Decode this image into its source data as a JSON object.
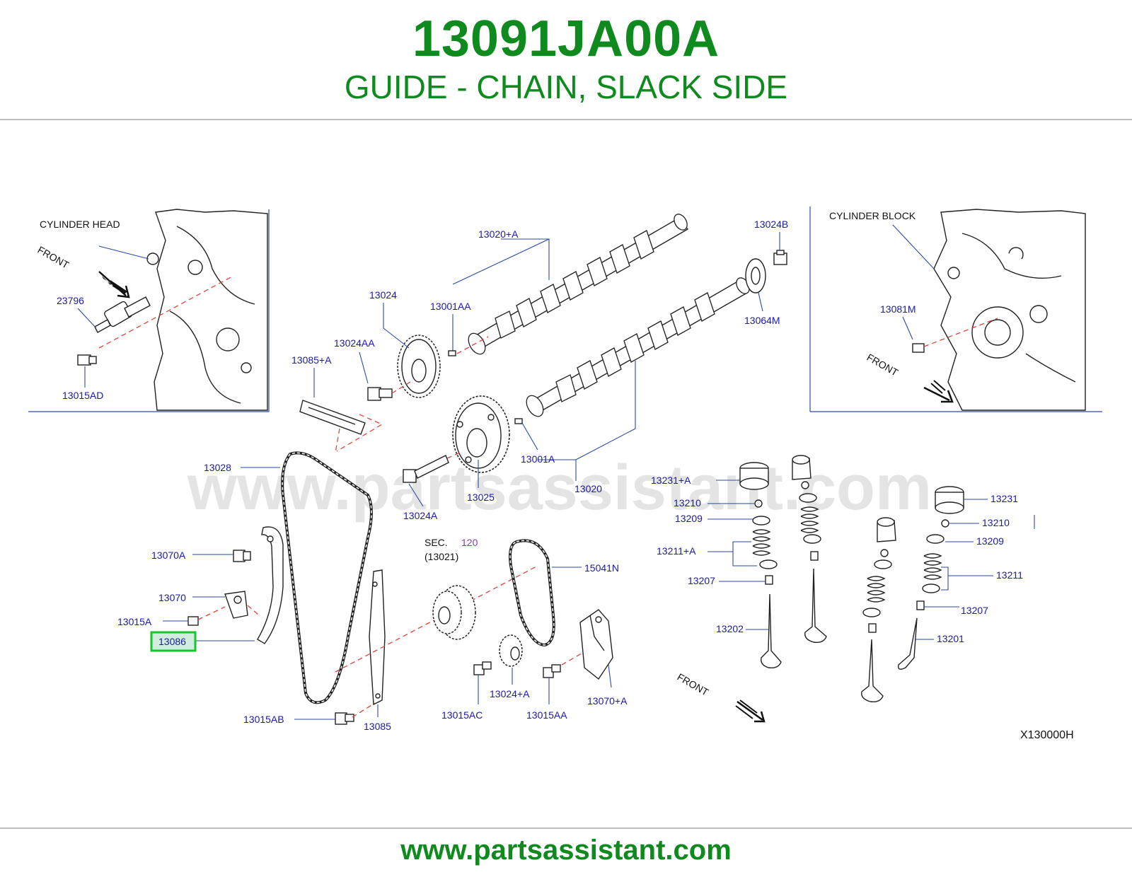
{
  "header": {
    "part_number": "13091JA00A",
    "description": "GUIDE - CHAIN, SLACK SIDE"
  },
  "watermark": "www.partsassistant.com",
  "footer": {
    "url": "www.partsassistant.com"
  },
  "highlight_color": "#15c72a",
  "brand_color": "#0e8a1e",
  "insets": {
    "cylinder_head": "CYLINDER   HEAD",
    "cylinder_block": "CYLINDER   BLOCK",
    "front": "FRONT"
  },
  "section_ref": {
    "prefix": "SEC.",
    "number": "120",
    "sub": "(13021)"
  },
  "diagram_code": "X130000H",
  "callouts": {
    "c23796": "23796",
    "c13015AD": "13015AD",
    "c13020A": "13020+A",
    "c13024": "13024",
    "c13001AA": "13001AA",
    "c13024AA": "13024AA",
    "c13085A": "13085+A",
    "c13024B": "13024B",
    "c13064M": "13064M",
    "c13081M": "13081M",
    "c13028": "13028",
    "c13001A": "13001A",
    "c13025": "13025",
    "c13020": "13020",
    "c13024A": "13024A",
    "c13231A": "13231+A",
    "c13210L": "13210",
    "c13209L": "13209",
    "c13211A": "13211+A",
    "c13207L": "13207",
    "c13202": "13202",
    "c13231": "13231",
    "c13210R": "13210",
    "c13209R": "13209",
    "c13211": "13211",
    "c13207R": "13207",
    "c13201": "13201",
    "c13070A": "13070A",
    "c13070": "13070",
    "c13015A": "13015A",
    "c13086": "13086",
    "c13015AB": "13015AB",
    "c13085": "13085",
    "c15041N": "15041N",
    "c13024A2": "13024+A",
    "c13015AC": "13015AC",
    "c13015AA": "13015AA",
    "c13070A2": "13070+A"
  }
}
